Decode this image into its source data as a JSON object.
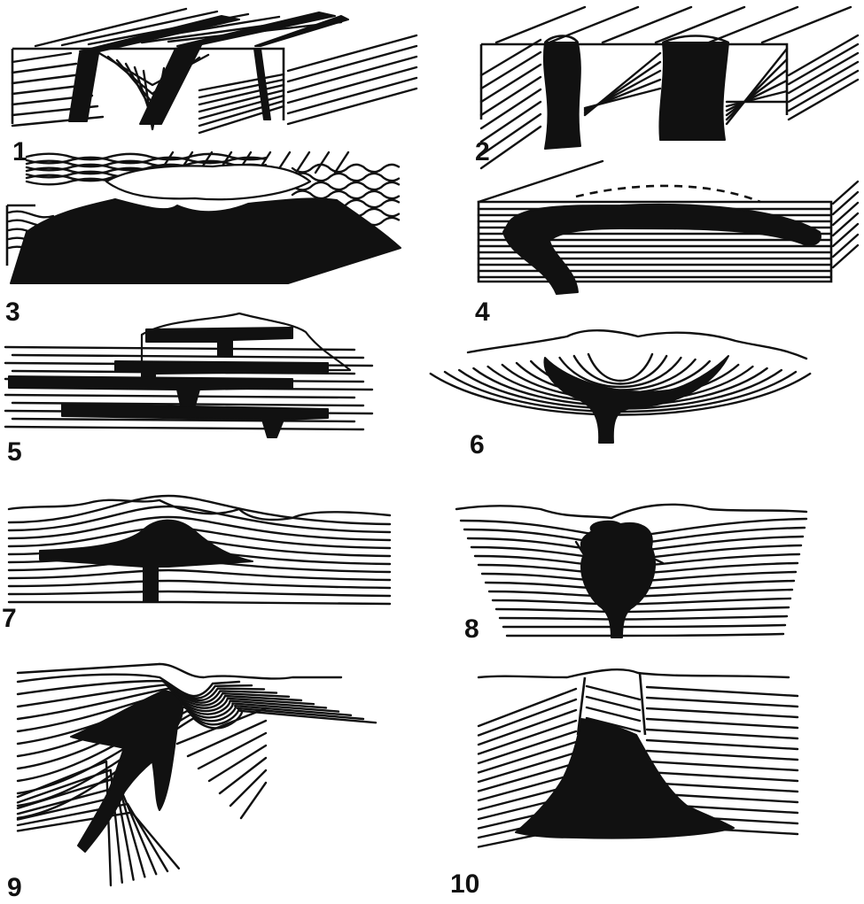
{
  "panels": [
    {
      "label": "1"
    },
    {
      "label": "2"
    },
    {
      "label": "3"
    },
    {
      "label": "4"
    },
    {
      "label": "5"
    },
    {
      "label": "6"
    },
    {
      "label": "7"
    },
    {
      "label": "8"
    },
    {
      "label": "9"
    },
    {
      "label": "10"
    }
  ],
  "colors": {
    "ink": "#111111",
    "paper": "#ffffff"
  }
}
